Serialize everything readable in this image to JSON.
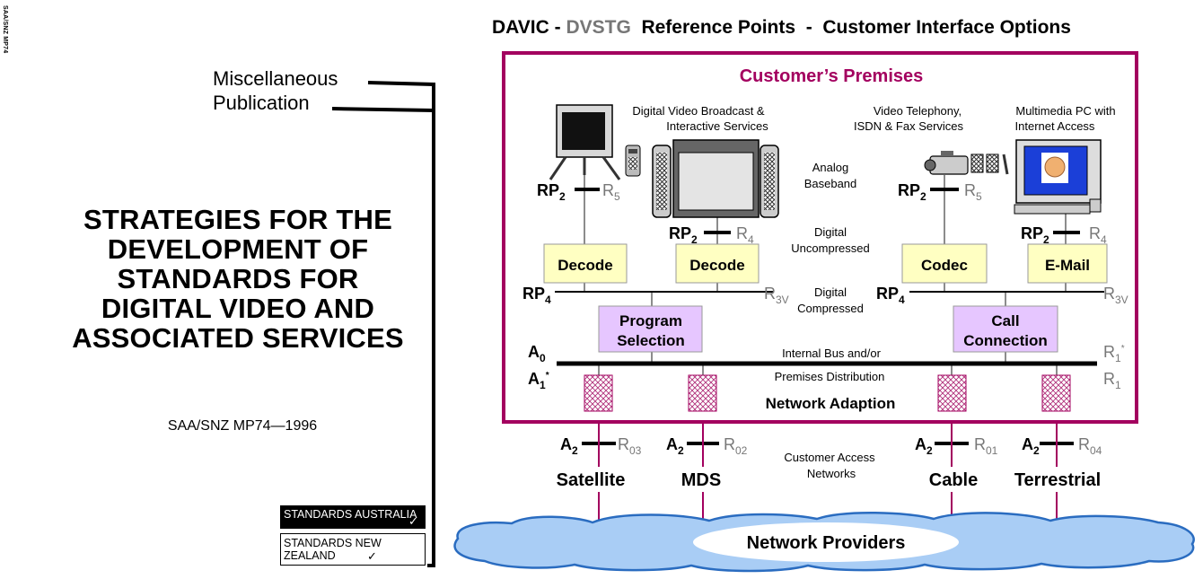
{
  "left_panel": {
    "side_code": "SAA/SNZ MP74",
    "misc_line1": "Miscellaneous",
    "misc_line2": "Publication",
    "title_lines": [
      "STRATEGIES FOR THE",
      "DEVELOPMENT OF",
      "STANDARDS FOR",
      "DIGITAL VIDEO AND",
      "ASSOCIATED SERVICES"
    ],
    "pub_number": "SAA/SNZ MP74—1996",
    "standards_australia": "STANDARDS AUSTRALIA",
    "standards_new_zealand": "STANDARDS NEW ZEALAND",
    "check": "✓"
  },
  "diagram": {
    "title_part1": "DAVIC - ",
    "title_part2": "DVSTG",
    "title_part3": "  Reference Points  -  Customer Interface Options",
    "premises_title": "Customer’s Premises",
    "dvb_label": [
      "Digital Video Broadcast &",
      "Interactive Services"
    ],
    "vt_label": [
      "Video Telephony,",
      "ISDN & Fax Services"
    ],
    "pc_label": [
      "Multimedia PC with",
      "Internet Access"
    ],
    "analog_label": [
      "Analog",
      "Baseband"
    ],
    "digital_uncomp_label": [
      "Digital",
      "Uncompressed"
    ],
    "digital_comp_label": [
      "Digital",
      "Compressed"
    ],
    "boxes": {
      "decode1": "Decode",
      "decode2": "Decode",
      "codec": "Codec",
      "email": "E-Mail",
      "program_selection": [
        "Program",
        "Selection"
      ],
      "call_connection": [
        "Call",
        "Connection"
      ]
    },
    "bus_label1": "Internal Bus and/or",
    "bus_label2": "Premises Distribution",
    "network_adaption": "Network Adaption",
    "ref": {
      "rp": "RP",
      "r": "R",
      "a": "A",
      "sub2": "2",
      "sub4": "4",
      "sub5": "5",
      "sub3v": "3V",
      "sub0": "0",
      "sub1": "1",
      "star": "*",
      "r_sub_01": "01",
      "r_sub_02": "02",
      "r_sub_03": "03",
      "r_sub_04": "04"
    },
    "networks": [
      "Satellite",
      "MDS",
      "Cable",
      "Terrestrial"
    ],
    "access_label": [
      "Customer Access",
      "Networks"
    ],
    "cloud_label": "Network Providers",
    "colors": {
      "frame": "#a3005f",
      "box_yellow": "#ffffc2",
      "box_purple": "#e6c6ff",
      "line_grey": "#8c8c8c",
      "cloud_blue": "#a9cdf5",
      "cloud_edge": "#2a6cc0",
      "net_line": "#a3005f"
    }
  }
}
